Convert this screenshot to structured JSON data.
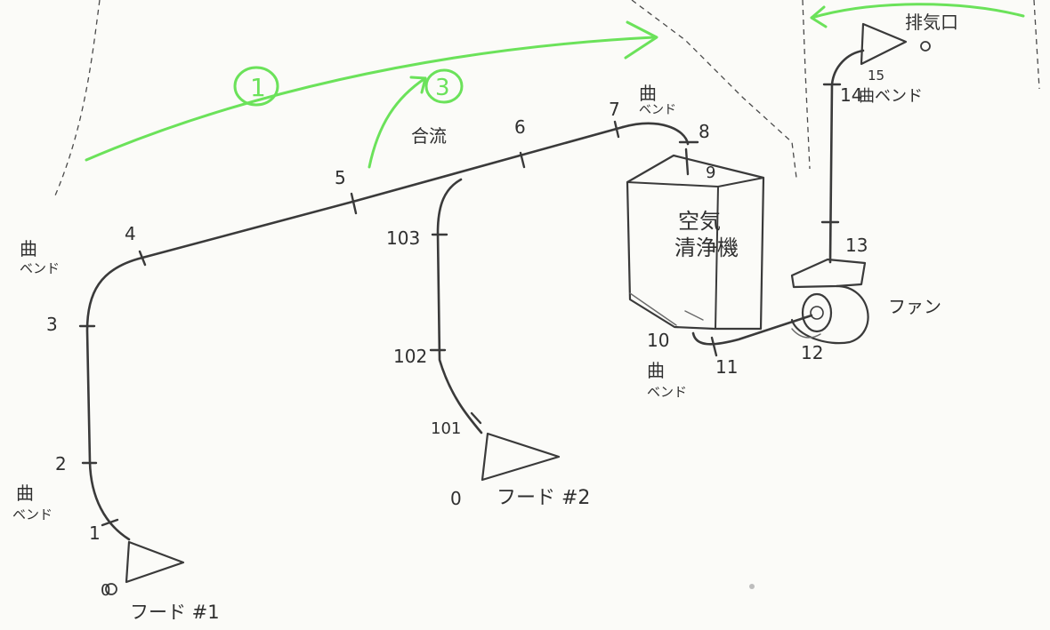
{
  "nodes": {
    "n0": "0",
    "n1": "1",
    "n2": "2",
    "n3": "3",
    "n4": "4",
    "n5": "5",
    "n6": "6",
    "n7": "7",
    "n8": "8",
    "n9": "9",
    "n10": "10",
    "n11": "11",
    "n12": "12",
    "n13": "13",
    "n14": "14",
    "n15": "15",
    "n101": "101",
    "n102": "102",
    "n103": "103",
    "n0b": "0",
    "n0c": "0"
  },
  "labels": {
    "bend": "曲",
    "bend_sub": "ベンド",
    "hood1": "フード #1",
    "hood2": "フード #2",
    "merge": "合流",
    "purifier_line1": "空気",
    "purifier_line2": "清浄機",
    "fan": "ファン",
    "exhaust": "排気口",
    "bend14": "曲ベンド"
  },
  "annotations": {
    "circle1": "1",
    "circle3": "3"
  },
  "colors": {
    "pencil": "#3a3a3a",
    "annotation_green": "#6be25a",
    "paper": "#fbfbf8"
  }
}
